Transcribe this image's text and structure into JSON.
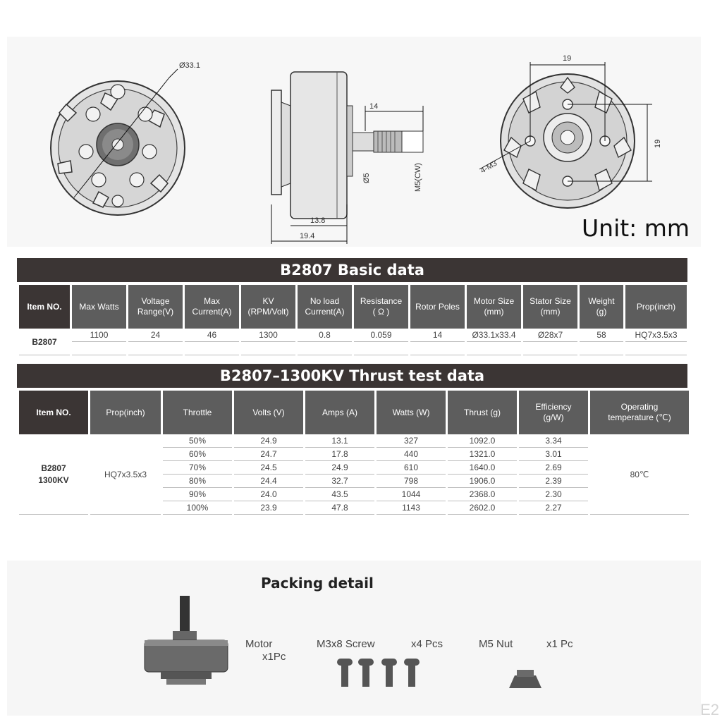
{
  "drawing": {
    "dim_diameter": "Ø33.1",
    "dim_shaft_length": "14",
    "dim_shaft_dia": "Ø5",
    "dim_thread": "M5(CW)",
    "dim_body_len": "13.8",
    "dim_total_len": "19.4",
    "dim_hole_w": "19",
    "dim_hole_h": "19",
    "dim_holes": "4-M3",
    "unit_label": "Unit: mm"
  },
  "basic": {
    "title": "B2807 Basic data",
    "headers": [
      "Item NO.",
      "Max Watts",
      "Voltage\nRange(V)",
      "Max\nCurrent(A)",
      "KV\n(RPM/Volt)",
      "No load\nCurrent(A)",
      "Resistance\n( Ω )",
      "Rotor Poles",
      "Motor Size\n(mm)",
      "Stator Size\n(mm)",
      "Weight\n(g)",
      "Prop(inch)"
    ],
    "item": "B2807",
    "values": [
      "1100",
      "24",
      "46",
      "1300",
      "0.8",
      "0.059",
      "14",
      "Ø33.1x33.4",
      "Ø28x7",
      "58",
      "HQ7x3.5x3"
    ]
  },
  "thrust": {
    "title": "B2807–1300KV Thrust test data",
    "headers": [
      "Item NO.",
      "Prop(inch)",
      "Throttle",
      "Volts (V)",
      "Amps (A)",
      "Watts (W)",
      "Thrust (g)",
      "Efficiency\n(g/W)",
      "Operating\ntemperature (℃)"
    ],
    "item_line1": "B2807",
    "item_line2": "1300KV",
    "prop": "HQ7x3.5x3",
    "temperature": "80℃",
    "rows": [
      [
        "50%",
        "24.9",
        "13.1",
        "327",
        "1092.0",
        "3.34"
      ],
      [
        "60%",
        "24.7",
        "17.8",
        "440",
        "1321.0",
        "3.01"
      ],
      [
        "70%",
        "24.5",
        "24.9",
        "610",
        "1640.0",
        "2.69"
      ],
      [
        "80%",
        "24.4",
        "32.7",
        "798",
        "1906.0",
        "2.39"
      ],
      [
        "90%",
        "24.0",
        "43.5",
        "1044",
        "2368.0",
        "2.30"
      ],
      [
        "100%",
        "23.9",
        "47.8",
        "1143",
        "2602.0",
        "2.27"
      ]
    ]
  },
  "packing": {
    "title": "Packing detail",
    "motor_label": "Motor",
    "motor_qty": "x1Pc",
    "screw_label": "M3x8 Screw",
    "screw_qty": "x4 Pcs",
    "nut_label": "M5 Nut",
    "nut_qty": "x1 Pc"
  },
  "watermark": "E2"
}
